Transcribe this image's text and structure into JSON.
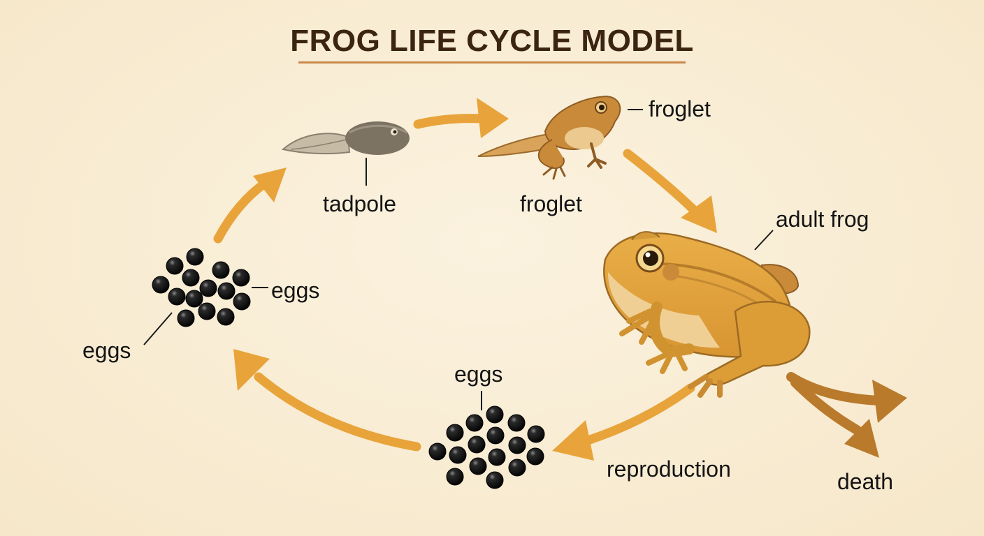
{
  "title": "FROG LIFE CYCLE MODEL",
  "stages": {
    "eggs_left_inner": "eggs",
    "eggs_left_outer": "eggs",
    "tadpole": "tadpole",
    "froglet_top": "froglet",
    "froglet_bottom": "froglet",
    "adult_frog": "adult frog",
    "eggs_bottom": "eggs",
    "reproduction": "reproduction",
    "death": "death"
  },
  "colors": {
    "background": "#f8ecd3",
    "arrow": "#e8a43a",
    "death_arrow": "#b97a2c",
    "frog": "#e0a43c",
    "tadpole": "#7d7362",
    "egg": "#151515",
    "title": "#3b2412"
  },
  "icons": [
    "egg-cluster-icon",
    "tadpole-icon",
    "froglet-icon",
    "adult-frog-icon"
  ]
}
